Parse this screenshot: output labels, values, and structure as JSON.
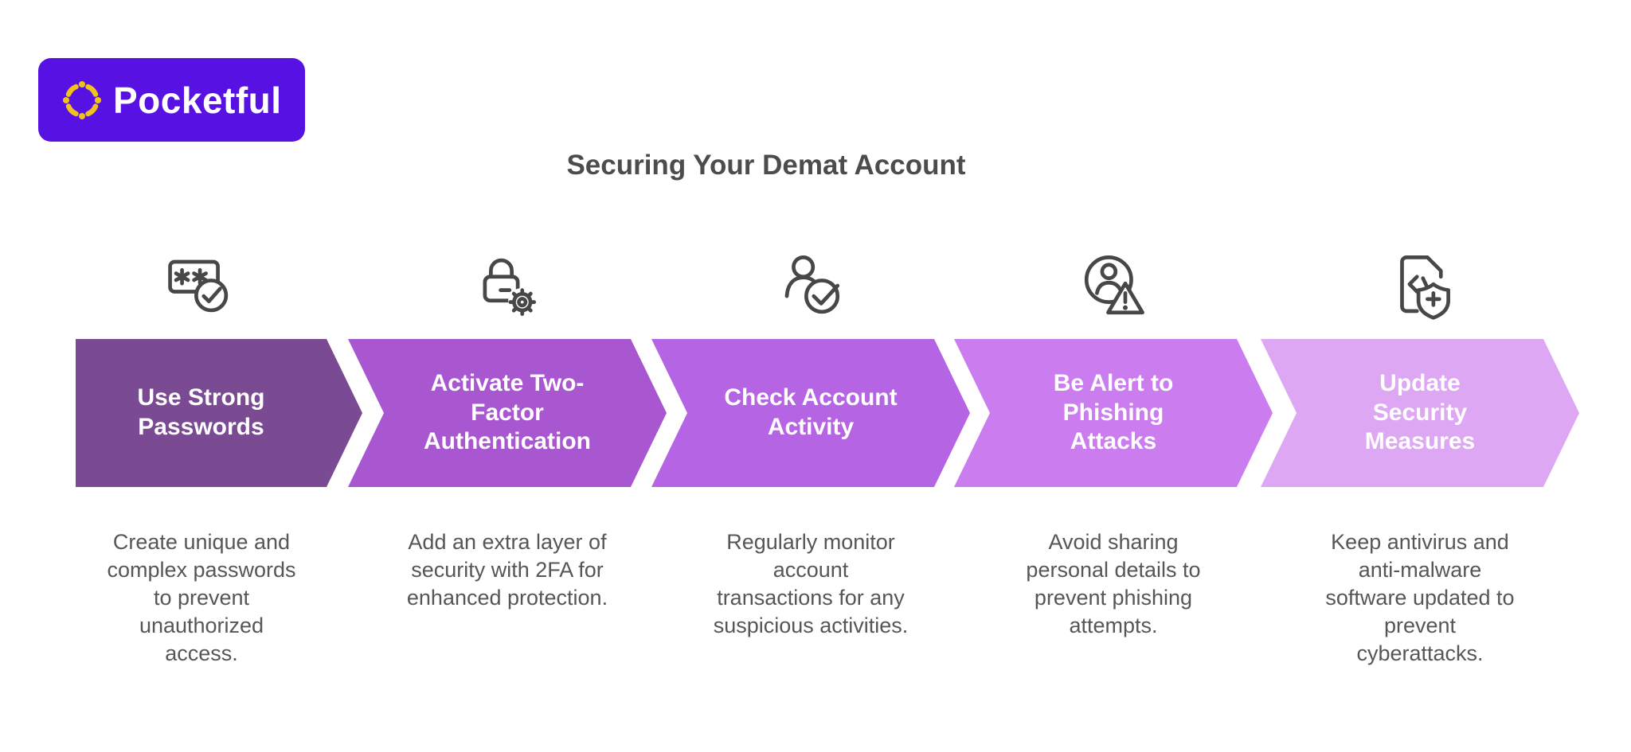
{
  "logo": {
    "brand": "Pocketful",
    "bg_color": "#5711e2",
    "icon_color": "#f0c21c",
    "icon": "pocketful-pinwheel-icon"
  },
  "title": "Securing Your Demat Account",
  "colors": {
    "title_text": "#4c4c4c",
    "description_text": "#565656",
    "icon_stroke": "#474747",
    "chevron_label_text": "#ffffff"
  },
  "steps": [
    {
      "label": "Use Strong\nPasswords",
      "description": "Create unique and\ncomplex passwords\nto prevent\nunauthorized\naccess.",
      "icon": "password-check-icon",
      "color": "#7a4a93"
    },
    {
      "label": "Activate Two-\nFactor\nAuthentication",
      "description": "Add an extra layer of\nsecurity with 2FA for\nenhanced protection.",
      "icon": "lock-gear-icon",
      "color": "#a957d0"
    },
    {
      "label": "Check Account\nActivity",
      "description": "Regularly monitor\naccount\ntransactions for any\nsuspicious activities.",
      "icon": "user-check-icon",
      "color": "#b564e3"
    },
    {
      "label": "Be Alert to\nPhishing\nAttacks",
      "description": "Avoid sharing\npersonal details to\nprevent phishing\nattempts.",
      "icon": "user-alert-icon",
      "color": "#cb7df0"
    },
    {
      "label": "Update\nSecurity\nMeasures",
      "description": "Keep antivirus and\nanti-malware\nsoftware updated to\nprevent\ncyberattacks.",
      "icon": "file-shield-plus-icon",
      "color": "#dda7f4"
    }
  ]
}
